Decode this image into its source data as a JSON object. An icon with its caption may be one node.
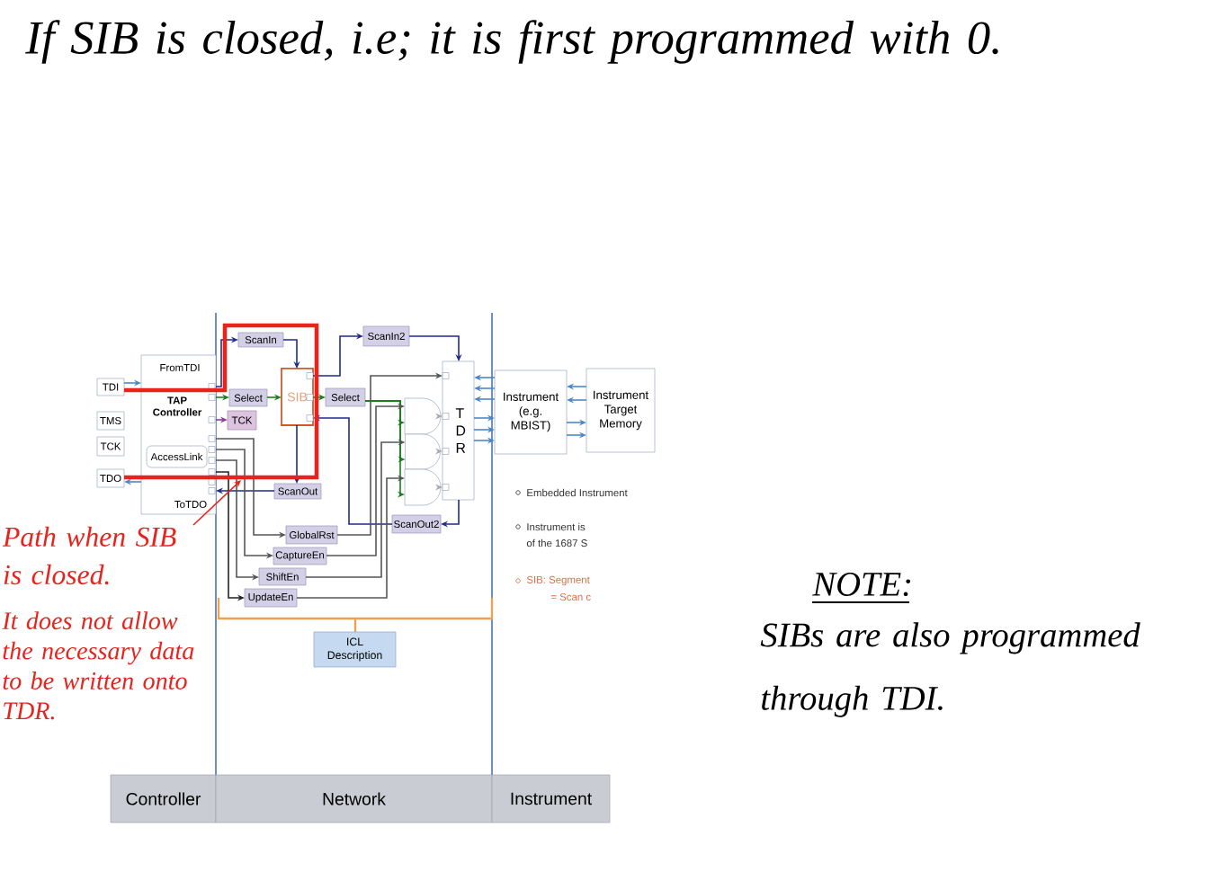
{
  "diagram": {
    "title": "If SIB is closed, i.e; it is first programmed with 0.",
    "nodes": [
      {
        "text": [
          "TDI"
        ]
      },
      {
        "text": [
          "TMS"
        ]
      },
      {
        "text": [
          "TCK"
        ]
      },
      {
        "text": [
          "TDO"
        ]
      },
      {
        "text": [
          "FromTDI",
          "TAP Controller",
          "ToTDO"
        ]
      },
      {
        "text": [
          "AccessLink"
        ],
        "in": 4
      },
      {
        "text": [
          "ScanIn"
        ]
      },
      {
        "text": [
          "Select"
        ]
      },
      {
        "text": [
          "TCK"
        ]
      },
      {
        "text": [
          "SIB"
        ]
      },
      {
        "text": [
          "Select"
        ]
      },
      {
        "text": [
          "ScanOut"
        ]
      },
      {
        "text": [
          "ScanIn2"
        ]
      },
      {
        "text": [
          "T D R"
        ]
      },
      {
        "text": [
          "ScanOut2"
        ]
      },
      {
        "text": [
          "GlobalRst"
        ]
      },
      {
        "text": [
          "CaptureEn"
        ]
      },
      {
        "text": [
          "ShiftEn"
        ]
      },
      {
        "text": [
          "UpdateEn"
        ]
      },
      {
        "text": [
          "Instrument (e.g. MBIST)"
        ]
      },
      {
        "text": [
          "Instrument Target Memory"
        ]
      },
      {
        "text": [
          "ICL Description"
        ]
      },
      {
        "text": [
          "Controller"
        ]
      },
      {
        "text": [
          "Network"
        ]
      },
      {
        "text": [
          "Instrument"
        ]
      },
      {
        "text": [],
        "shape": "gate"
      },
      {
        "text": [],
        "shape": "gate"
      },
      {
        "text": [],
        "shape": "gate"
      },
      {
        "text": [
          "Path when SIB is closed."
        ]
      }
    ],
    "edges": [
      {
        "from": 0,
        "to": 4,
        "arrow": "to"
      },
      {
        "from": 4,
        "to": 3,
        "arrow": "to"
      },
      {
        "from": 4,
        "to": 6,
        "arrow": "to",
        "color": "#1f2a8c"
      },
      {
        "from": 6,
        "to": 9,
        "arrow": "to",
        "color": "#1f2a8c"
      },
      {
        "from": 9,
        "to": 11,
        "arrow": "to",
        "color": "#1f2a8c"
      },
      {
        "from": 11,
        "to": 4,
        "arrow": "to",
        "color": "#1f2a8c"
      },
      {
        "from": 4,
        "to": 7,
        "arrow": "to",
        "color": "#1b7d1b"
      },
      {
        "from": 7,
        "to": 9,
        "arrow": "to",
        "color": "#1b7d1b"
      },
      {
        "from": 4,
        "to": 8,
        "arrow": "to",
        "color": "#8a3a9a"
      },
      {
        "from": 9,
        "to": 12,
        "arrow": "to",
        "color": "#1f2a8c"
      },
      {
        "from": 12,
        "to": 13,
        "arrow": "to",
        "color": "#1f2a8c"
      },
      {
        "from": 13,
        "to": 14,
        "arrow": "to",
        "color": "#1f2a8c"
      },
      {
        "from": 14,
        "to": 9,
        "arrow": "to",
        "color": "#1f2a8c"
      },
      {
        "from": 9,
        "to": 10,
        "arrow": "to",
        "color": "#1b7d1b"
      },
      {
        "from": 10,
        "to": 25,
        "arrow": "to",
        "color": "#1b7d1b"
      },
      {
        "from": 10,
        "to": 26,
        "arrow": "to",
        "color": "#1b7d1b"
      },
      {
        "from": 10,
        "to": 27,
        "arrow": "to",
        "color": "#1b7d1b"
      },
      {
        "from": 4,
        "to": 15,
        "arrow": "to",
        "color": "#555555"
      },
      {
        "from": 4,
        "to": 16,
        "arrow": "to",
        "color": "#555555"
      },
      {
        "from": 4,
        "to": 17,
        "arrow": "to",
        "color": "#555555"
      },
      {
        "from": 4,
        "to": 18,
        "arrow": "to",
        "color": "#222222"
      },
      {
        "from": 15,
        "to": 13,
        "arrow": "to",
        "color": "#555555"
      },
      {
        "from": 16,
        "to": 25,
        "arrow": "to",
        "color": "#555555"
      },
      {
        "from": 17,
        "to": 26,
        "arrow": "to",
        "color": "#555555"
      },
      {
        "from": 18,
        "to": 27,
        "arrow": "to",
        "color": "#555555"
      },
      {
        "from": 25,
        "to": 13,
        "arrow": "to",
        "color": "#aaaaaa"
      },
      {
        "from": 26,
        "to": 13,
        "arrow": "to",
        "color": "#aaaaaa"
      },
      {
        "from": 27,
        "to": 13,
        "arrow": "to",
        "color": "#aaaaaa"
      },
      {
        "from": 19,
        "to": 13,
        "arrow": "to"
      },
      {
        "from": 19,
        "to": 13,
        "arrow": "to"
      },
      {
        "from": 19,
        "to": 13,
        "arrow": "to"
      },
      {
        "from": 13,
        "to": 19,
        "arrow": "to"
      },
      {
        "from": 13,
        "to": 19,
        "arrow": "to"
      },
      {
        "from": 13,
        "to": 19,
        "arrow": "to"
      },
      {
        "from": 20,
        "to": 19,
        "arrow": "to"
      },
      {
        "from": 20,
        "to": 19,
        "arrow": "to"
      },
      {
        "from": 19,
        "to": 20,
        "arrow": "to"
      },
      {
        "from": 19,
        "to": 20,
        "arrow": "to"
      },
      {
        "from": 0,
        "to": 3,
        "arrow": "none",
        "style": "thick",
        "color": "#e8231c"
      },
      {
        "from": 28,
        "to": null,
        "arrow": "to",
        "color": "#e8231c"
      }
    ],
    "labels": [
      "Embedded Instrument",
      "Instrument is",
      "of the 1687 S",
      "SIB: Segment",
      "= Scan c",
      "NOTE:",
      "It does not allow the necessary data to be written onto TDR.",
      "SIBs are also programmed through TDI."
    ]
  }
}
